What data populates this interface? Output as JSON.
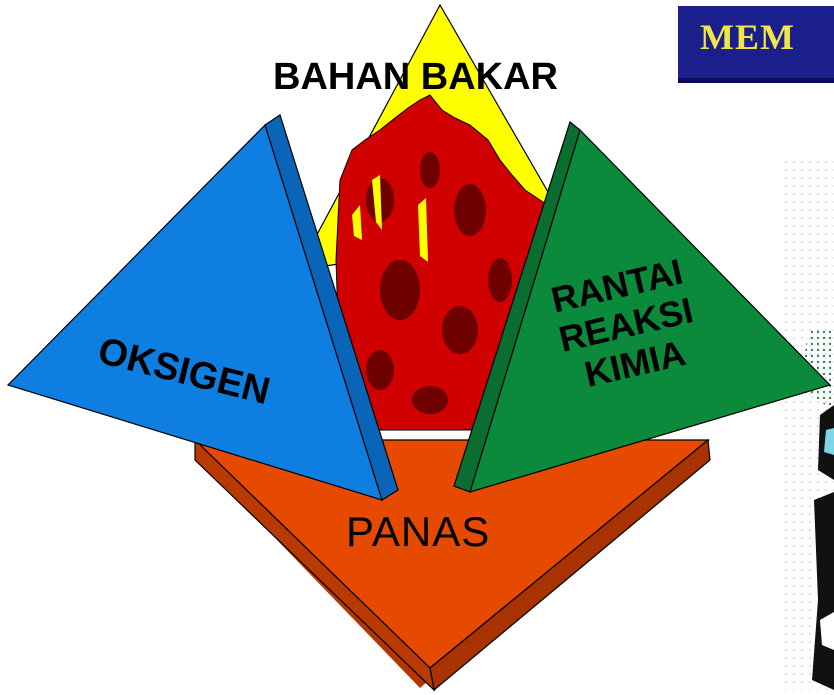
{
  "title": "MEM",
  "fire_tetrahedron": {
    "fuel_label": "BAHAN BAKAR",
    "oxygen_label": "OKSIGEN",
    "heat_label": "PANAS",
    "chain_line1": "RANTAI",
    "chain_line2": "REAKSI",
    "chain_line3": "KIMIA"
  },
  "colors": {
    "fuel": "#ffff00",
    "flame": "#d10000",
    "oxygen": "#0e7fe0",
    "heat": "#e64a00",
    "chain": "#0b8a3c",
    "title_bg": "#1a1f8c",
    "title_text": "#f0e64a"
  }
}
